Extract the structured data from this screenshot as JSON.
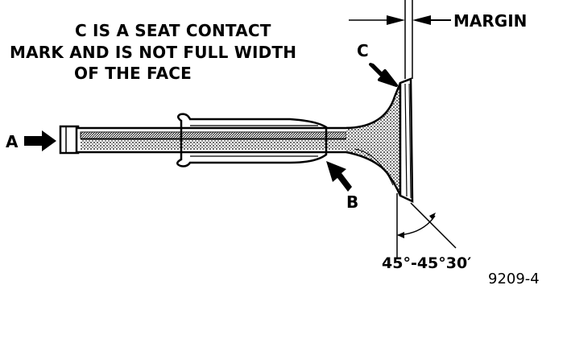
{
  "note": {
    "line1": "C IS A SEAT CONTACT",
    "line2": "MARK AND IS NOT FULL WIDTH",
    "line3": "OF THE FACE"
  },
  "labels": {
    "a": "A",
    "b": "B",
    "c": "C",
    "margin": "MARGIN",
    "angle": "45°-45°30′",
    "figure_number": "9209-4"
  },
  "colors": {
    "ink": "#000000",
    "paper": "#ffffff",
    "shade": "#555555"
  }
}
